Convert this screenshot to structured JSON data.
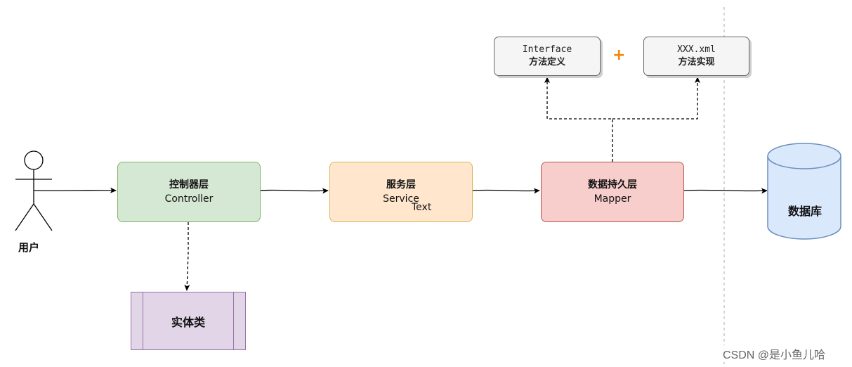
{
  "user": {
    "label": "用户"
  },
  "controller": {
    "line1": "控制器层",
    "line2": "Controller"
  },
  "service": {
    "line1": "服务层",
    "line2": "Service",
    "stray_text": "Text"
  },
  "mapper": {
    "line1": "数据持久层",
    "line2": "Mapper"
  },
  "interface_box": {
    "line1": "Interface",
    "line2": "方法定义"
  },
  "plus": "+",
  "xml_box": {
    "line1": "XXX.xml",
    "line2": "方法实现"
  },
  "entity": {
    "label": "实体类"
  },
  "database": {
    "label": "数据库"
  },
  "watermark": "CSDN @是小鱼儿哈",
  "colors": {
    "controller_fill": "#d5e8d4",
    "service_fill": "#ffe6cc",
    "mapper_fill": "#f8cecc",
    "entity_fill": "#e1d5e7",
    "database_fill": "#dae8fc",
    "plus_color": "#f08705",
    "note_fill": "#f5f5f5"
  }
}
